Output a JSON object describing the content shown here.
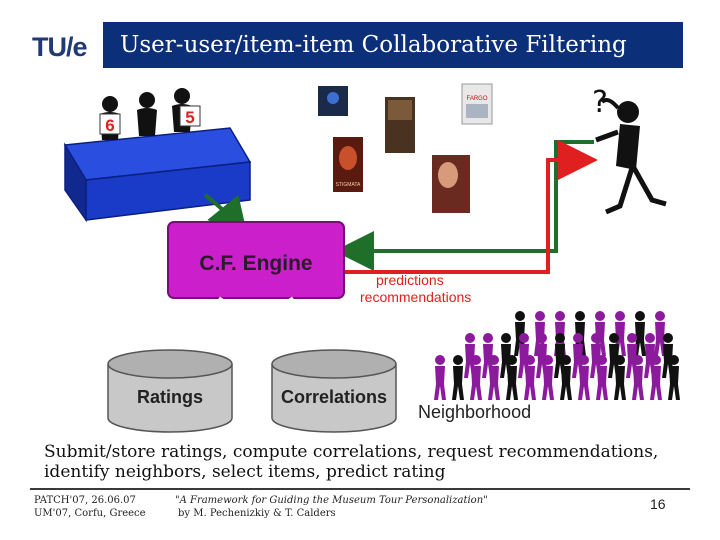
{
  "slide": {
    "logo_text": "TU/e",
    "title": "User-user/item-item Collaborative Filtering",
    "ratings_shown": [
      "6",
      "5"
    ],
    "engine_label": "C.F. Engine",
    "predictions_label": "predictions",
    "recommendations_label": "recommendations",
    "ratings_db_label": "Ratings",
    "correlations_db_label": "Correlations",
    "neighborhood_label": "Neighborhood",
    "question_mark": "?",
    "poster_texts": [
      "FARGO",
      "STIGMATA"
    ],
    "caption_line1": "Submit/store ratings, compute correlations, request recommendations,",
    "caption_line2": "identify neighbors, select items, predict rating"
  },
  "footer": {
    "left_line1": "PATCH'07, 26.06.07",
    "left_line2": "UM'07, Corfu, Greece",
    "mid_line1": "\"A Framework for Guiding the Museum Tour Personalization\"",
    "mid_line2": "by M. Pechenizkiy & T. Calders",
    "page_number": "16"
  },
  "colors": {
    "title_bar": "#0c2f79",
    "engine_fill": "#cc1fcc",
    "arrow_green": "#1f6e2a",
    "arrow_red": "#e02020",
    "db_fill": "#c8c8c8",
    "table_fill": "#1e3fd0",
    "people": "#8b1a9c"
  }
}
